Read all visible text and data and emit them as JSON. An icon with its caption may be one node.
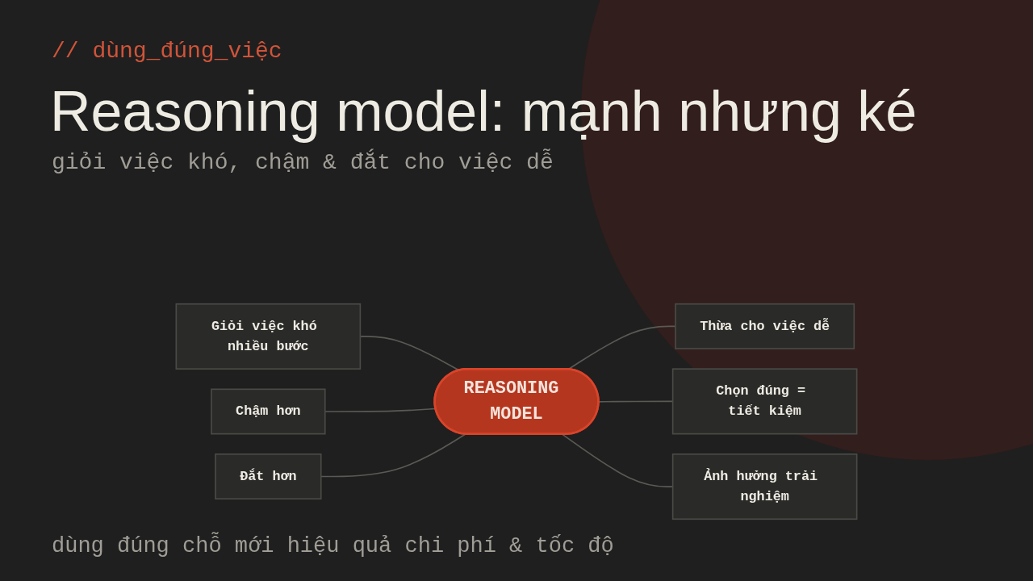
{
  "diagram": {
    "title": "Reasoning model: mạnh nhưng ké",
    "nodes": [
      {
        "text": [
          "REASONING MODEL"
        ]
      },
      {
        "text": [
          "Giỏi việc khó nhiều bước"
        ]
      },
      {
        "text": [
          "Chậm hơn"
        ]
      },
      {
        "text": [
          "Đắt hơn"
        ]
      },
      {
        "text": [
          "Thừa cho việc dễ"
        ]
      },
      {
        "text": [
          "Chọn đúng = tiết kiệm"
        ]
      },
      {
        "text": [
          "Ảnh hưởng trải nghiệm"
        ]
      }
    ],
    "edges": [
      {
        "from": 1,
        "to": 0,
        "arrow": "none"
      },
      {
        "from": 2,
        "to": 0,
        "arrow": "none"
      },
      {
        "from": 3,
        "to": 0,
        "arrow": "none"
      },
      {
        "from": 0,
        "to": 4,
        "arrow": "none"
      },
      {
        "from": 0,
        "to": 5,
        "arrow": "none"
      },
      {
        "from": 0,
        "to": 6,
        "arrow": "none"
      }
    ],
    "labels": [
      "// dùng_đúng_việc",
      "giỏi việc khó, chậm & đắt cho việc dễ",
      "dùng đúng chỗ mới hiệu quả chi phí & tốc độ"
    ]
  }
}
